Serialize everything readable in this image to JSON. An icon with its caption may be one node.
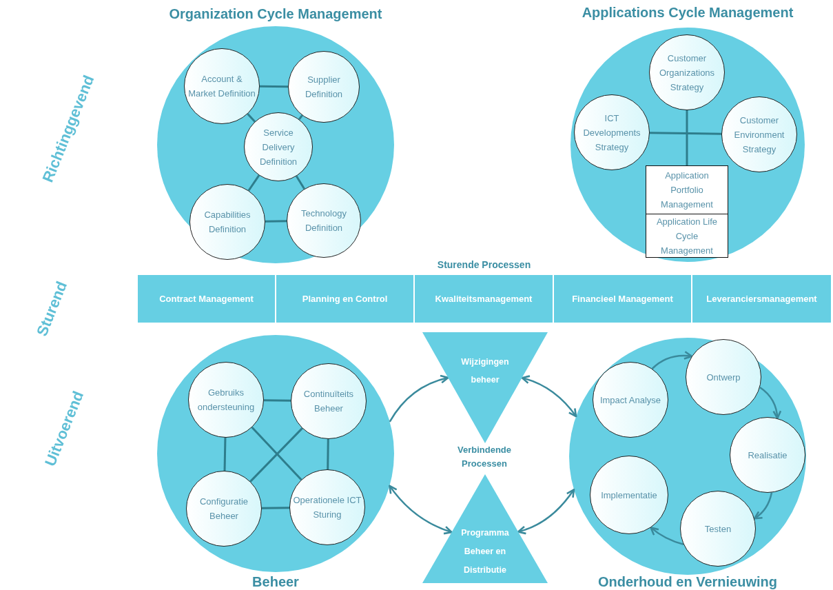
{
  "diagram": {
    "nodes": [
      {
        "text": [
          "Organization Cycle Management"
        ]
      },
      {
        "text": [
          "Account & Market Definition"
        ],
        "in": 0
      },
      {
        "text": [
          "Supplier Definition"
        ],
        "in": 0
      },
      {
        "text": [
          "Service Delivery Definition"
        ],
        "in": 0
      },
      {
        "text": [
          "Capabilities Definition"
        ],
        "in": 0
      },
      {
        "text": [
          "Technology Definition"
        ],
        "in": 0
      },
      {
        "text": [
          "Applications Cycle Management"
        ]
      },
      {
        "text": [
          "Customer Organizations Strategy"
        ],
        "in": 6
      },
      {
        "text": [
          "ICT Developments Strategy"
        ],
        "in": 6
      },
      {
        "text": [
          "Customer Environment Strategy"
        ],
        "in": 6
      },
      {
        "text": [
          "Application Portfolio Management"
        ],
        "in": 6
      },
      {
        "text": [
          "Application Life Cycle Management"
        ],
        "in": 6
      },
      {
        "text": [
          "Contract Management"
        ]
      },
      {
        "text": [
          "Planning en Control"
        ]
      },
      {
        "text": [
          "Kwaliteitsmanagement"
        ]
      },
      {
        "text": [
          "Financieel Management"
        ]
      },
      {
        "text": [
          "Leveranciersmanagement"
        ]
      },
      {
        "text": [
          "Beheer"
        ]
      },
      {
        "text": [
          "Gebruiks ondersteuning"
        ],
        "in": 17
      },
      {
        "text": [
          "Continuïteits Beheer"
        ],
        "in": 17
      },
      {
        "text": [
          "Configuratie Beheer"
        ],
        "in": 17
      },
      {
        "text": [
          "Operationele ICT Sturing"
        ],
        "in": 17
      },
      {
        "text": [
          "Wijzigingen beheer"
        ]
      },
      {
        "text": [
          "Programma Beheer en Distributie"
        ]
      },
      {
        "text": [
          "Onderhoud en Vernieuwing"
        ]
      },
      {
        "text": [
          "Impact Analyse"
        ],
        "in": 24
      },
      {
        "text": [
          "Ontwerp"
        ],
        "in": 24
      },
      {
        "text": [
          "Realisatie"
        ],
        "in": 24
      },
      {
        "text": [
          "Testen"
        ],
        "in": 24
      },
      {
        "text": [
          "Implementatie"
        ],
        "in": 24
      }
    ],
    "edges": [
      {
        "from": 1,
        "to": 2,
        "arrow": "none"
      },
      {
        "from": 1,
        "to": 3,
        "arrow": "none"
      },
      {
        "from": 2,
        "to": 3,
        "arrow": "none"
      },
      {
        "from": 3,
        "to": 4,
        "arrow": "none"
      },
      {
        "from": 3,
        "to": 5,
        "arrow": "none"
      },
      {
        "from": 4,
        "to": 5,
        "arrow": "none"
      },
      {
        "from": 7,
        "to": 10,
        "arrow": "none"
      },
      {
        "from": 8,
        "to": 9,
        "arrow": "none"
      },
      {
        "from": 18,
        "to": 19,
        "arrow": "none"
      },
      {
        "from": 18,
        "to": 20,
        "arrow": "none"
      },
      {
        "from": 19,
        "to": 21,
        "arrow": "none"
      },
      {
        "from": 20,
        "to": 21,
        "arrow": "none"
      },
      {
        "from": 18,
        "to": 21,
        "arrow": "none"
      },
      {
        "from": 19,
        "to": 20,
        "arrow": "none"
      },
      {
        "from": 17,
        "to": 22,
        "arrow": "to"
      },
      {
        "from": 22,
        "to": 24,
        "arrow": "both"
      },
      {
        "from": 17,
        "to": 23,
        "arrow": "both"
      },
      {
        "from": 23,
        "to": 24,
        "arrow": "both"
      },
      {
        "from": 25,
        "to": 26,
        "arrow": "to"
      },
      {
        "from": 26,
        "to": 27,
        "arrow": "to"
      },
      {
        "from": 27,
        "to": 28,
        "arrow": "to"
      },
      {
        "from": 28,
        "to": 29,
        "arrow": "to"
      }
    ],
    "labels": [
      "Richtinggevend",
      "Sturend",
      "Uitvoerend",
      "Sturende Processen",
      "Verbindende Processen"
    ]
  }
}
